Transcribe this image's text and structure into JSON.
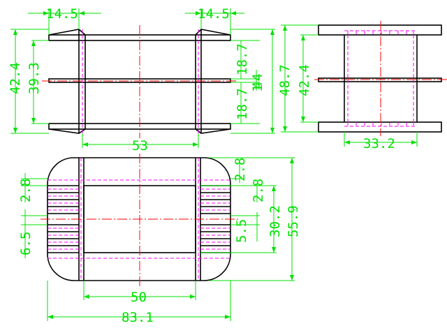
{
  "drawing": {
    "colors": {
      "outline": "#000000",
      "dimension": "#00e000",
      "hidden": "#ff00ff",
      "center": "#ff0000"
    },
    "front_view": {
      "flange_left": "14.5",
      "flange_right": "14.5",
      "height_a": "42.4",
      "height_b": "39.3",
      "upper_gap": "18.7",
      "lower_gap": "18.7",
      "total_height": "44",
      "mid_thickness": "1",
      "body_width": "53"
    },
    "side_view": {
      "height_outer": "48.7",
      "height_inner": "42.4",
      "core_width": "33.2"
    },
    "bottom_view": {
      "slot_top_left": "2.8",
      "slot_top_right": "2.8",
      "slot_right_b": "2.8",
      "pitch_left": "6.5",
      "pitch_right": "5.5",
      "window_height": "30.2",
      "overall_height": "55.9",
      "window_width": "50",
      "overall_width": "83.1"
    }
  }
}
